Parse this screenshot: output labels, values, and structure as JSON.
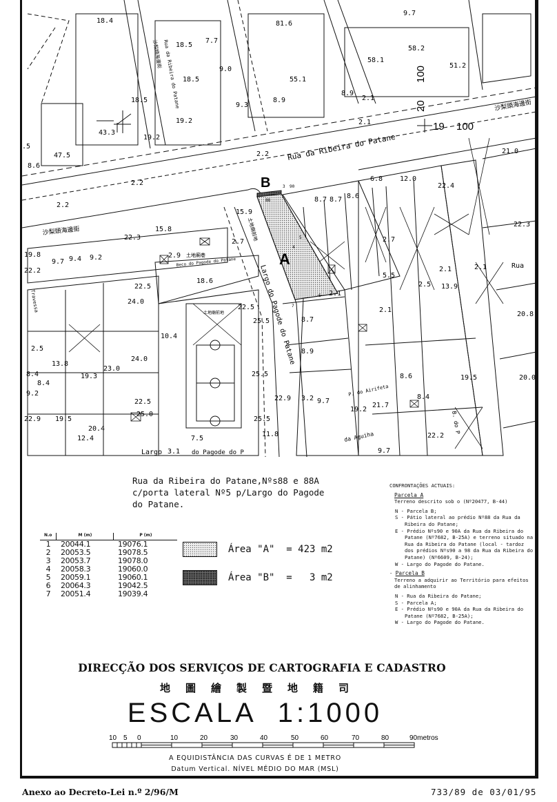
{
  "map": {
    "streets": {
      "rua_ribeira": "Rua da Ribeira do Patane",
      "largo_pagode": "Largo do Pagode do Patane",
      "beco_pagode": "Beco do Pagode do Patane",
      "travessa": "Travessa",
      "largo_bottom": "Largo",
      "largo_bottom2": "do Pagode do P",
      "rua_right": "Rua",
      "aguiha": "da Aguiha",
      "ribeira_top": "Rua da Ribeira do Patane",
      "patane_cn": "沙梨頭海邊街",
      "patane_cn2": "沙梨頭海邊街",
      "patane_cn3": "沙梨頭海邊街",
      "tudi_cn": "土地廟前地",
      "tudi_cn2": "土地廟前地",
      "beco_cn": "土地廟巷",
      "airifeta": "P. do Airifeta",
      "pagode_b": "B. do P"
    },
    "parcel_a": "A",
    "parcel_b": "B",
    "grid_19": "19",
    "grid_100": "100",
    "grid_20": "20",
    "grid_100b": "100",
    "vertices": [
      "88",
      "3",
      "90",
      "4",
      "5",
      "6",
      "7"
    ],
    "labels": [
      "18.4",
      "18.5",
      "7.7",
      "81.6",
      "9.7",
      "58.2",
      "58.1",
      "51.2",
      "55.1",
      "18.5",
      "9.0",
      "18.5",
      "19.2",
      "9.3",
      "8.9",
      "8.9",
      "43.3",
      "19.2",
      "47.5",
      "8.6",
      "2.1",
      "2.1",
      "21.0",
      "2.2",
      "2.2",
      "2.2",
      "15.9",
      "15.8",
      "6.8",
      "12.0",
      "8.7",
      "8.7",
      "8.6",
      "22.4",
      "22.3",
      "22.3",
      "2.7",
      "2.9",
      "19.8",
      "9.7",
      "9.4",
      "9.2",
      "5.5",
      "2.1",
      "2.1",
      "18.6",
      "22.5",
      "24.0",
      "22.5",
      "25.5",
      "8.7",
      "8.9",
      "10.4",
      "24.0",
      "23.0",
      "22.5",
      "25.0",
      "20.4",
      "12.4",
      "7.5",
      "3.1",
      "22.9",
      "3.2",
      "9.7",
      "19.2",
      "8.6",
      "19.5",
      "20.0",
      "22.2",
      "11.8",
      "20.8",
      "2.5",
      "13.9",
      "2.7",
      "2.1",
      "22.2",
      "13.8",
      "8.4",
      "8.4",
      "9.2",
      "19.3",
      "22.9",
      "19.5",
      "25.5",
      "25.5",
      "21.7",
      "8.4",
      "2.5",
      "9.7",
      ".5",
      "2.1"
    ]
  },
  "description": {
    "lines": [
      "Rua da Ribeira do Patane,Nºs88 e 88A",
      "c/porta lateral Nº5 p/Largo do Pagode",
      "do Patane."
    ]
  },
  "coordinates": {
    "headers": [
      "N.o",
      "M (m)",
      "P (m)"
    ],
    "rows": [
      [
        "1",
        "20044.1",
        "19076.1"
      ],
      [
        "2",
        "20053.5",
        "19078.5"
      ],
      [
        "3",
        "20053.7",
        "19078.0"
      ],
      [
        "4",
        "20058.3",
        "19060.0"
      ],
      [
        "5",
        "20059.1",
        "19060.1"
      ],
      [
        "6",
        "20064.3",
        "19042.5"
      ],
      [
        "7",
        "20051.4",
        "19039.4"
      ]
    ]
  },
  "legend": {
    "area_a": "Área \"A\"  = 423 m2",
    "area_b": "Área \"B\"  =   3 m2"
  },
  "confrontacoes": {
    "title": "CONFRONTAÇÕES ACTUAIS:",
    "parcela_a": {
      "heading": "Parcela A",
      "desc": "Terreno descrito sob o (Nº20477, B-44)",
      "items": [
        "N - Parcela B;",
        "S - Pátio lateral ao prédio Nº88 da Rua da Ribeira do Patane;",
        "E - Prédio Nºs90 e 90A da Rua da Ribeira do Patane (Nº7682, B-25A) e terreno situado na Rua da Ribeira do Patane (local - tardoz dos prédios Nºs90 a 98 da Rua da Ribeira do Patane) (Nº6609, B-24);",
        "W - Largo do Pagode do Patane."
      ]
    },
    "parcela_b": {
      "heading": "Parcela B",
      "desc": "Terreno a adquirir ao Território para efeitos de alinhamento",
      "items": [
        "N - Rua da Ribeira do Patane;",
        "S - Parcela A;",
        "E - Prédio Nºs90 e 90A da Rua da Ribeira do Patane (Nº7682, B-25A);",
        "W - Largo do Pagode do Patane."
      ]
    }
  },
  "title_block": {
    "organization": "DIRECÇÃO DOS SERVIÇOS DE CARTOGRAFIA E CADASTRO",
    "organization_cn": "地圖繪製暨地籍司",
    "scale": "ESCALA  1:1000",
    "scale_ticks": [
      "10",
      "5",
      "0",
      "10",
      "20",
      "30",
      "40",
      "50",
      "60",
      "70",
      "80",
      "90metros"
    ],
    "contour_note": "A EQUIDISTÂNCIA DAS CURVAS É DE 1 METRO",
    "datum_note": "Datum Vertical. NÍVEL MÉDIO DO MAR (MSL)"
  },
  "footer": {
    "left": "Anexo ao Decreto-Lei n.º 2/96/M",
    "right": "733/89 de 03/01/95"
  }
}
